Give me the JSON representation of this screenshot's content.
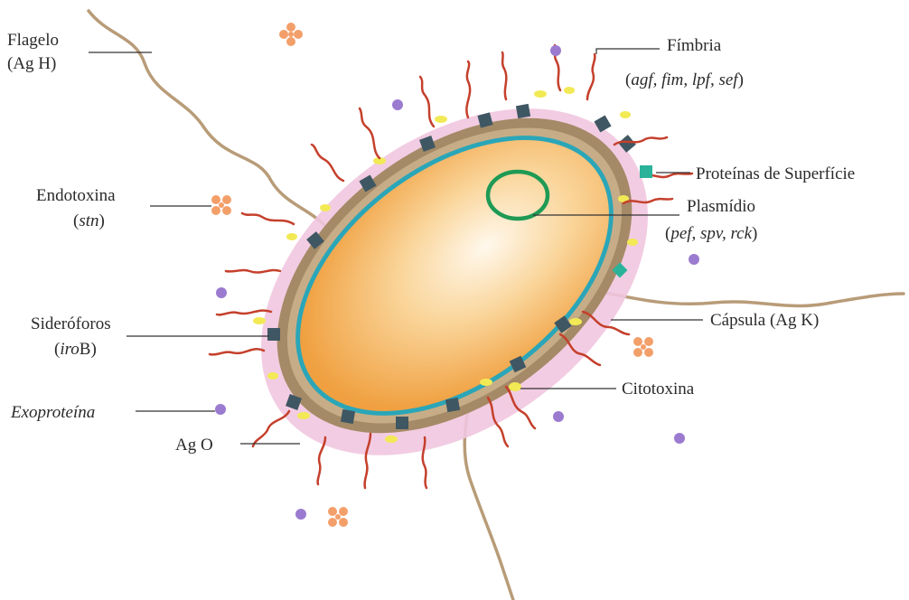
{
  "labels": {
    "flagelo": "Flagelo",
    "flagelo_ag": "(Ag H)",
    "fimbria": "Fímbria",
    "fimbria_genes": "agf, fim, lpf, sef",
    "proteinas": "Proteínas de Superfície",
    "endotoxina": "Endotoxina",
    "endotoxina_gene": "stn",
    "plasmidio": "Plasmídio",
    "plasmidio_genes": "pef, spv, rck",
    "capsula": "Cápsula (Ag K)",
    "sideroforos": "Sideróforos",
    "sideroforos_gene_it": "iro",
    "sideroforos_gene_rest": "B",
    "citotoxina": "Citotoxina",
    "exoproteina": "Exoproteína",
    "ag_o": "Ag O"
  },
  "colors": {
    "capsule": "#f1c7df",
    "wall": "#a48a66",
    "membrane": "#2aa6b8",
    "cytoplasm": "#f5b45e",
    "plasmid": "#1e9a55",
    "fimbria": "#c5402c",
    "flagellum": "#b89c78",
    "exoprotein": "#9b7bd0",
    "toxin": "#f39f6a",
    "surface_protein": "#3f5763",
    "ag_o": "#f2ea55",
    "surface_protein_marker": "#2bb39a"
  }
}
